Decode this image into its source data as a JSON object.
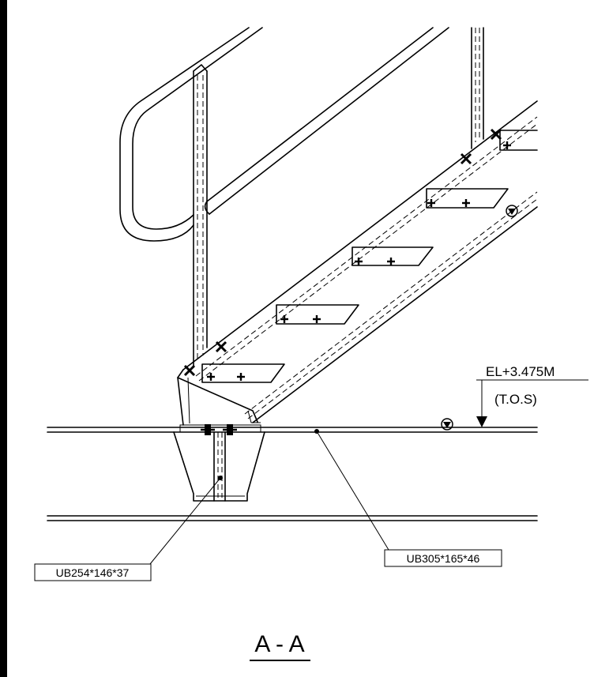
{
  "elevation": {
    "level": "EL+3.475M",
    "note": "(T.O.S)"
  },
  "labels": {
    "column_section": "UB254*146*37",
    "beam_section": "UB305*165*46"
  },
  "section_title": "A - A",
  "colors": {
    "line": "#000000",
    "background": "#ffffff"
  }
}
